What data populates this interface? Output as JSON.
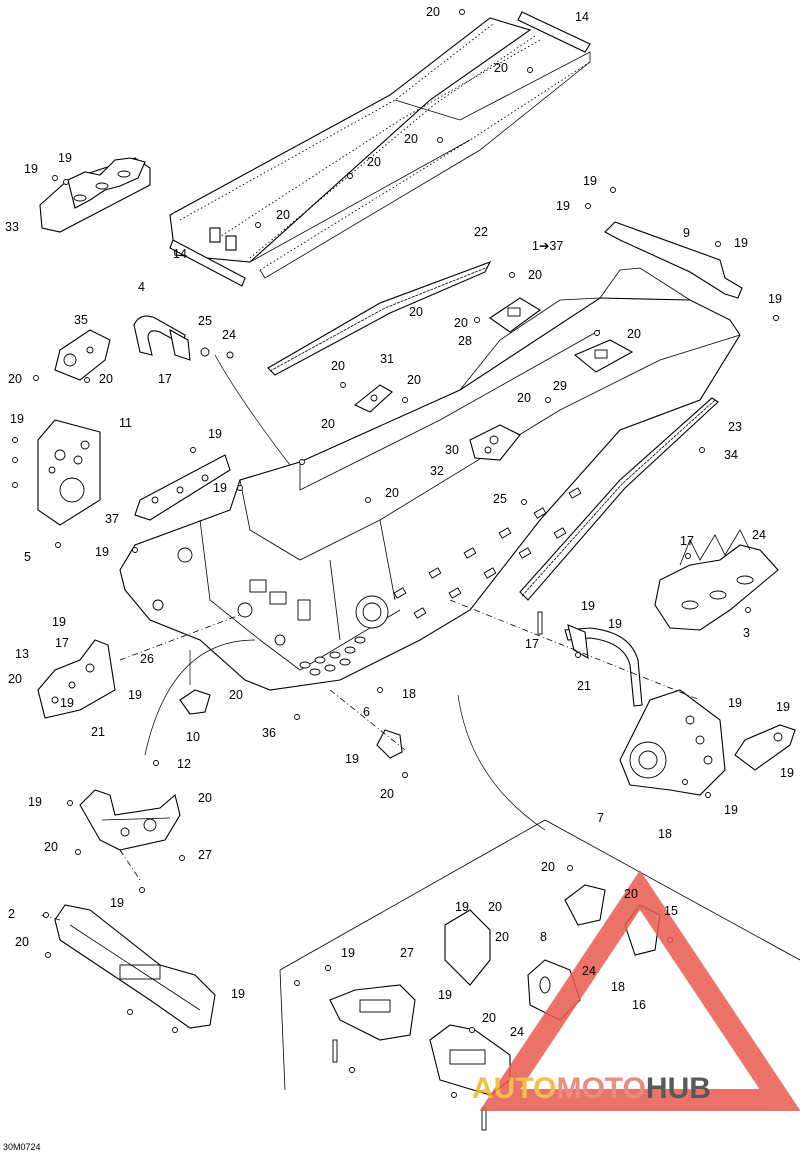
{
  "figure_code": "30M0724",
  "watermark": {
    "part1": "AUTO",
    "part2": "MOTO",
    "part3": "HUB",
    "color1": "#f0b429",
    "color2": "#e8786a",
    "color3": "#3d3d3d",
    "triangle_color": "#e85a50"
  },
  "callouts": [
    "20",
    "14",
    "20",
    "19",
    "19",
    "33",
    "20",
    "20",
    "20",
    "14",
    "19",
    "19",
    "9",
    "19",
    "22",
    "1➔37",
    "20",
    "19",
    "4",
    "35",
    "25",
    "24",
    "20",
    "28",
    "20",
    "17",
    "20",
    "20",
    "31",
    "20",
    "29",
    "20",
    "19",
    "11",
    "19",
    "20",
    "20",
    "30",
    "32",
    "23",
    "20",
    "19",
    "37",
    "20",
    "19",
    "34",
    "25",
    "5",
    "24",
    "17",
    "19",
    "19",
    "17",
    "21",
    "3",
    "26",
    "19",
    "13",
    "17",
    "20",
    "19",
    "18",
    "20",
    "6",
    "19",
    "36",
    "21",
    "10",
    "19",
    "20",
    "19",
    "12",
    "20",
    "19",
    "19",
    "19",
    "7",
    "19",
    "18",
    "20",
    "27",
    "19",
    "20",
    "20",
    "8",
    "2",
    "19",
    "20",
    "15",
    "20",
    "20",
    "27",
    "24",
    "18",
    "19",
    "16",
    "19",
    "19",
    "20",
    "24"
  ]
}
